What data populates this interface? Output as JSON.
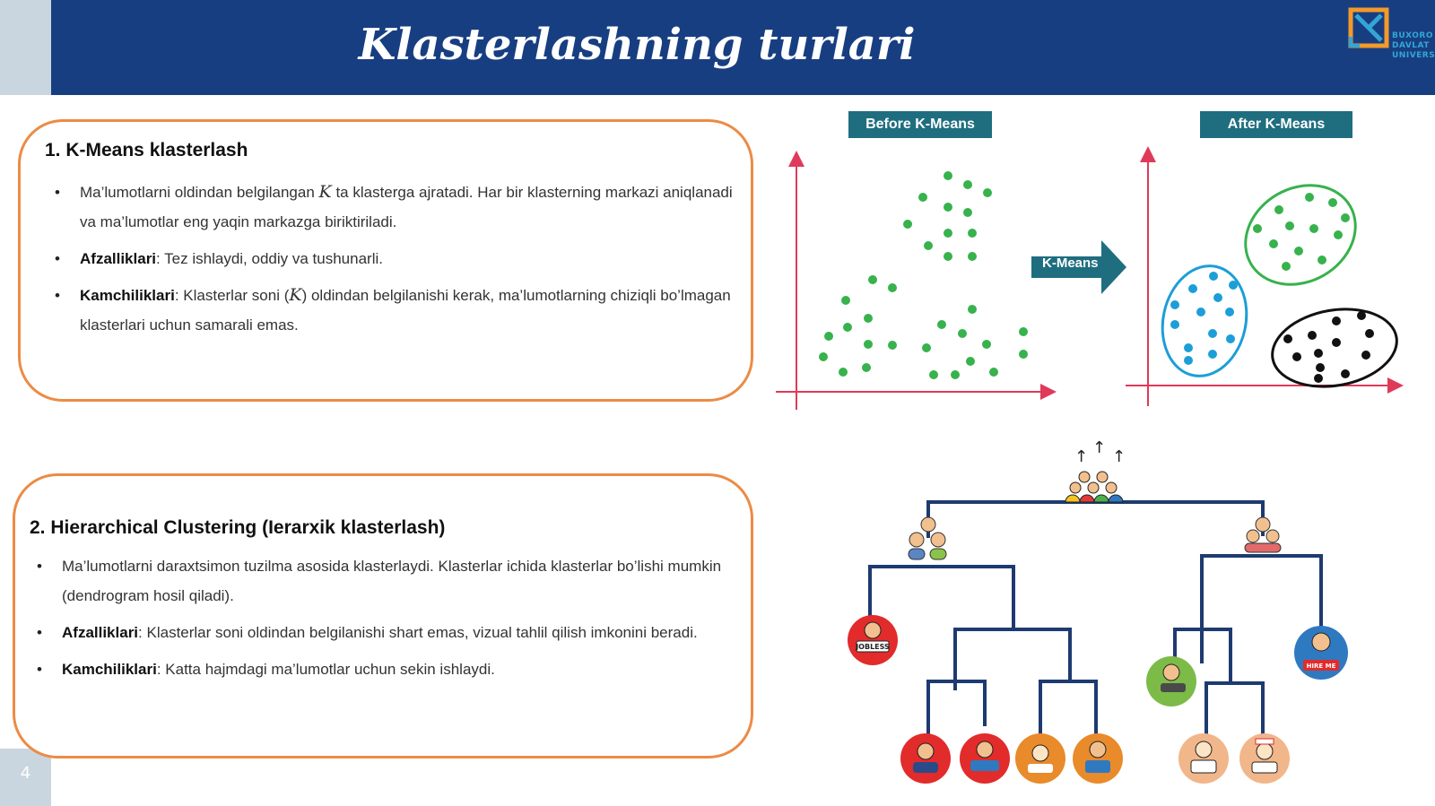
{
  "slide": {
    "title": "Klasterlashning turlari",
    "page_number": "4",
    "logo": {
      "line1": "BUXORO",
      "line2": "DAVLAT",
      "line3": "UNIVERSITETI"
    }
  },
  "kmeans_card": {
    "heading": "1. K-Means klasterlash",
    "b1_text_a": "Ma’lumotlarni oldindan belgilangan ",
    "b1_k": "K",
    "b1_text_b": " ta klasterga ajratadi. Har bir klasterning markazi aniqlanadi va ma’lumotlar eng yaqin markazga biriktiriladi.",
    "b2_label": "Afzalliklari",
    "b2_text": ": Tez ishlaydi, oddiy va tushunarli.",
    "b3_label": "Kamchiliklari",
    "b3_text_a": ": Klasterlar soni (",
    "b3_k": "K",
    "b3_text_b": ") oldindan belgilanishi kerak, ma’lumotlarning chiziqli bo’lmagan klasterlari uchun samarali emas."
  },
  "hier_card": {
    "heading": "2. Hierarchical Clustering (Ierarxik klasterlash)",
    "b1_text": "Ma’lumotlarni daraxtsimon tuzilma asosida klasterlaydi. Klasterlar ichida klasterlar bo’lishi mumkin (dendrogram hosil qiladi).",
    "b2_label": "Afzalliklari",
    "b2_text": ": Klasterlar soni oldindan belgilanishi shart emas, vizual tahlil qilish imkonini beradi.",
    "b3_label": "Kamchiliklari",
    "b3_text": ": Katta hajmdagi ma’lumotlar uchun sekin ishlaydi."
  },
  "kmeans_figure": {
    "before_label": "Before K-Means",
    "after_label": "After K-Means",
    "arrow_label": "K-Means",
    "colors": {
      "axis": "#e03a5a",
      "points": "#37b24d",
      "blue": "#1c9ed8",
      "black": "#111111",
      "box": "#1f6e80"
    }
  },
  "dendrogram": {
    "badge_jobless": "JOBLESS",
    "badge_hire_me": "HIRE ME",
    "colors": {
      "lines": "#1e3a70",
      "red": "#e22b2b",
      "orange": "#e98a2b",
      "green": "#7dbb48",
      "blue": "#2f79c1",
      "peach": "#f2b68b"
    }
  }
}
